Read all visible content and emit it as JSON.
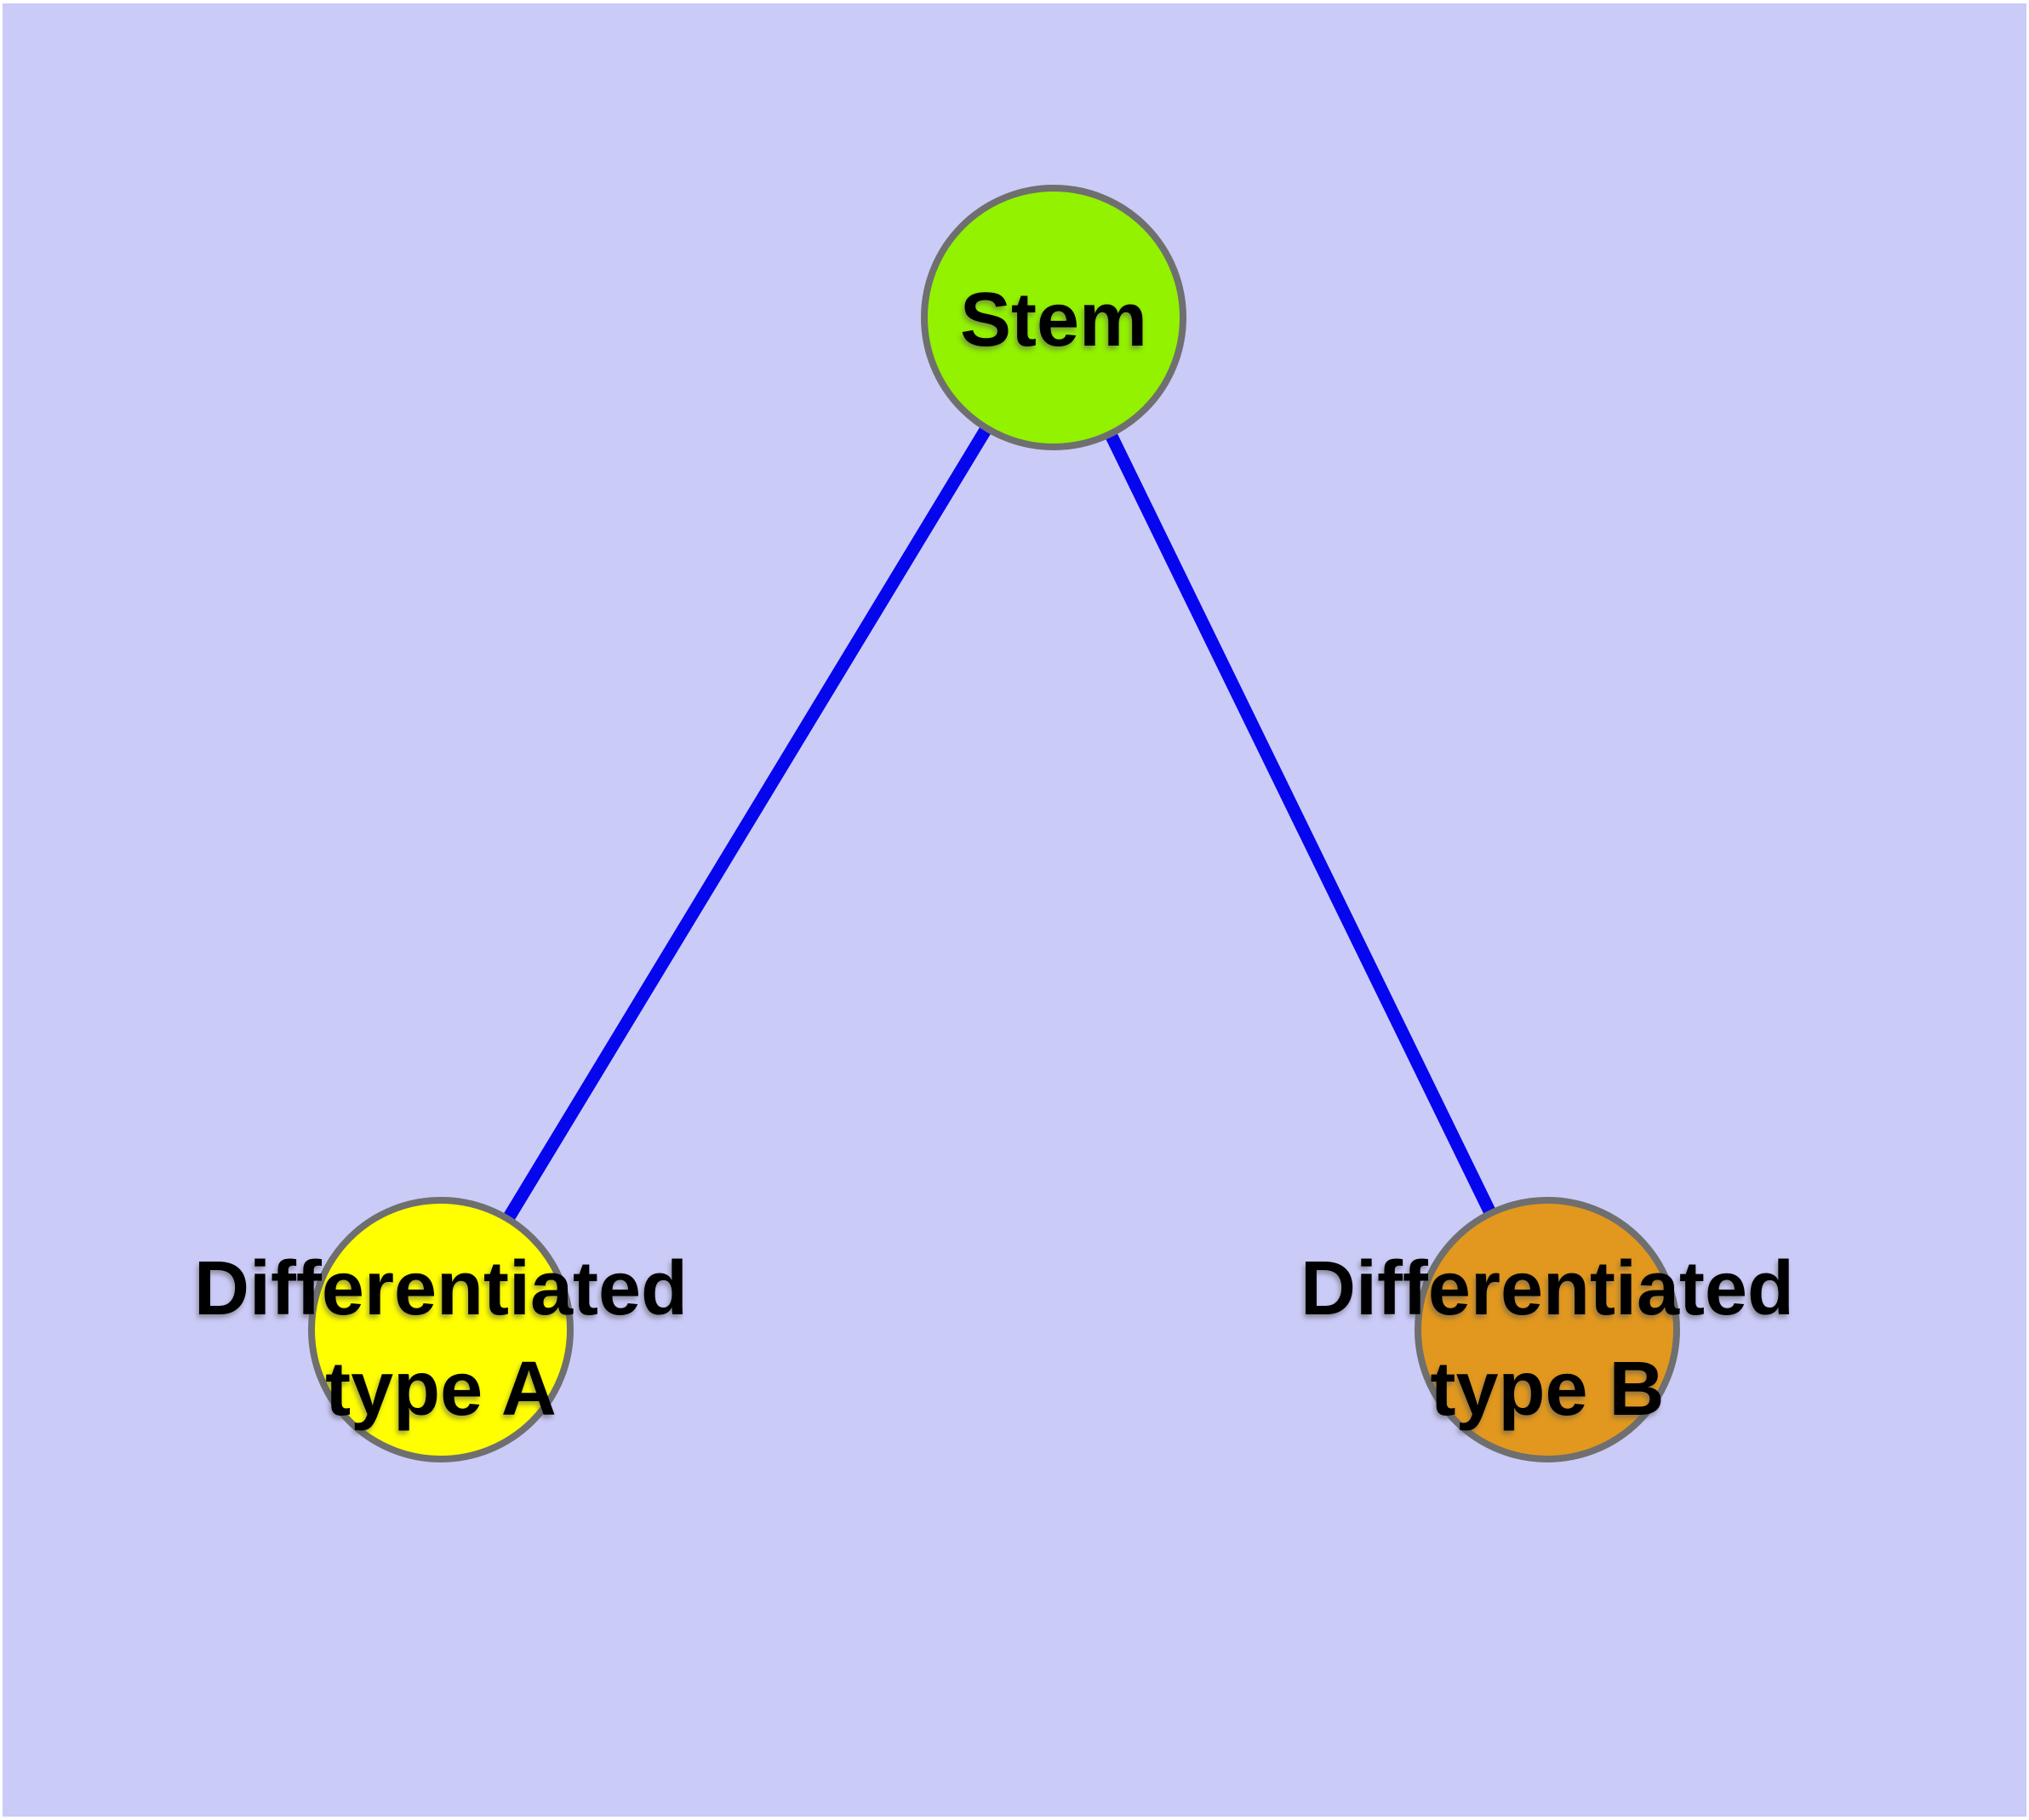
{
  "page": {
    "background_color": "#ffffff"
  },
  "canvas": {
    "background_color": "#cbcbf8"
  },
  "colors": {
    "edge": "#0505ee",
    "node_border": "#6f6f6f",
    "label_text": "#000000"
  },
  "diagram": {
    "type": "node-link-graph",
    "description": "Stem cell differentiation tree: one stem node connected to two differentiated cell-type nodes",
    "nodes": [
      {
        "id": "stem",
        "label": "Stem",
        "lines": [
          "Stem"
        ],
        "fill": "#92f200"
      },
      {
        "id": "differentiated-type-a",
        "label": "Differentiated type A",
        "lines": [
          "Differentiated",
          "type A"
        ],
        "fill": "#ffff00"
      },
      {
        "id": "differentiated-type-b",
        "label": "Differentiated type B",
        "lines": [
          "Differentiated",
          "type B"
        ],
        "fill": "#e2981e"
      }
    ],
    "edges": [
      {
        "from": "Stem",
        "to": "Differentiated type A"
      },
      {
        "from": "Stem",
        "to": "Differentiated type B"
      }
    ]
  }
}
